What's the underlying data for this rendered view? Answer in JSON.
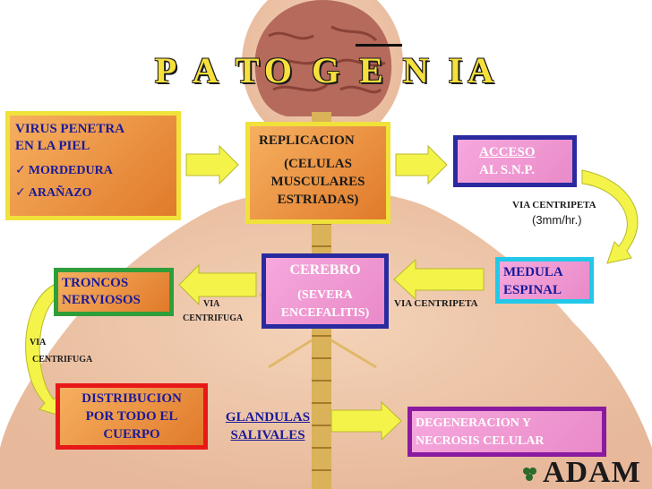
{
  "title": "P A TO G E N IA",
  "boxes": {
    "virus": {
      "line1": "VIRUS PENETRA",
      "line2": "EN LA PIEL",
      "item1": "MORDEDURA",
      "item2": "ARAÑAZO"
    },
    "replicacion": {
      "line1": "REPLICACION",
      "line2": "(CELULAS",
      "line3": "MUSCULARES",
      "line4": "ESTRIADAS)"
    },
    "acceso": {
      "line1": "ACCESO",
      "line2": "AL S.N.P."
    },
    "medula": {
      "line1": "MEDULA",
      "line2": "ESPINAL"
    },
    "cerebro": {
      "line1": "CEREBRO",
      "line2": "(SEVERA",
      "line3": "ENCEFALITIS)"
    },
    "troncos": {
      "line1": "TRONCOS",
      "line2": "NERVIOSOS"
    },
    "distribucion": {
      "line1": "DISTRIBUCION",
      "line2": "POR TODO EL",
      "line3": "CUERPO"
    },
    "glandulas": {
      "line1": "GLANDULAS",
      "line2": "SALIVALES"
    },
    "degeneracion": {
      "line1": "DEGENERACION Y",
      "line2": "NECROSIS CELULAR"
    }
  },
  "labels": {
    "via_centripeta_1": "VIA CENTRIPETA",
    "speed": "(3mm/hr.)",
    "via_centripeta_2": "VIA CENTRIPETA",
    "via_centrifuga_1_a": "VIA",
    "via_centrifuga_1_b": "CENTRIFUGA",
    "via_centrifuga_2_a": "VIA",
    "via_centrifuga_2_b": "CENTRIFUGA"
  },
  "logo": "ADAM",
  "colors": {
    "title": "#f6e03c",
    "arrow_fill": "#f3f34a",
    "box_orange": "#ef8f3a",
    "box_pink": "#f3a0d8",
    "border_yellow": "#f0e23a",
    "border_blue": "#2a2aa0",
    "border_cyan": "#23c8e8",
    "border_green": "#2e9e3a",
    "border_red": "#e81818",
    "border_purple": "#8a1aa0",
    "text_blue": "#1a1a9a",
    "text_white": "#ffffff"
  }
}
